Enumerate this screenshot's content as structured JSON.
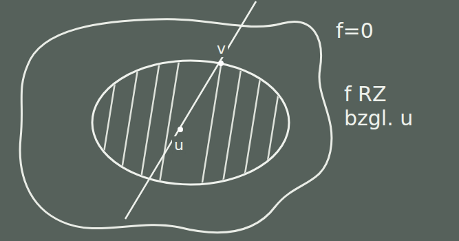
{
  "diagram": {
    "labels": [
      "f=0",
      "v",
      "u",
      "f RZ bzgl. u"
    ]
  }
}
